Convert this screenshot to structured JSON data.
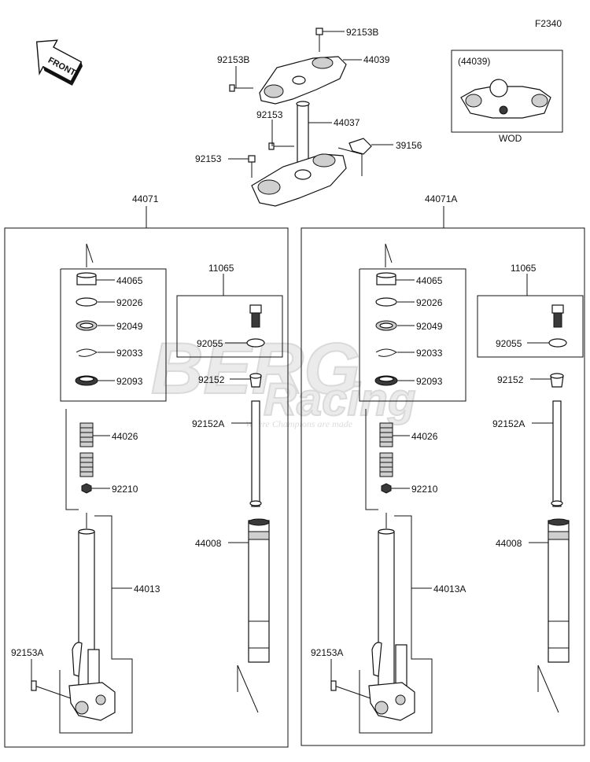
{
  "diagram": {
    "code": "F2340",
    "front_label": "FRONT",
    "inset": {
      "title": "(44039)",
      "caption": "WOD"
    },
    "watermark": {
      "line1": "BERG",
      "line2": "Racing",
      "tagline": "Where Champions are made"
    },
    "assemblies": {
      "left": "44071",
      "right": "44071A"
    },
    "labels": {
      "top_bolt_1": "92153B",
      "top_bolt_2": "92153B",
      "upper_clamp": "44039",
      "stem_bolt": "92153",
      "stem": "44037",
      "lower_bolt": "92153",
      "bracket": "39156",
      "l_44065": "44065",
      "l_92026": "92026",
      "l_92049": "92049",
      "l_92033": "92033",
      "l_92093": "92093",
      "l_44026": "44026",
      "l_92210": "92210",
      "l_44013": "44013",
      "l_92153A": "92153A",
      "l_11065": "11065",
      "l_92055": "92055",
      "l_92152": "92152",
      "l_92152A": "92152A",
      "l_44008": "44008",
      "r_44065": "44065",
      "r_92026": "92026",
      "r_92049": "92049",
      "r_92033": "92033",
      "r_92093": "92093",
      "r_44026": "44026",
      "r_92210": "92210",
      "r_44013A": "44013A",
      "r_92153A": "92153A",
      "r_11065": "11065",
      "r_92055": "92055",
      "r_92152": "92152",
      "r_92152A": "92152A",
      "r_44008": "44008"
    }
  }
}
